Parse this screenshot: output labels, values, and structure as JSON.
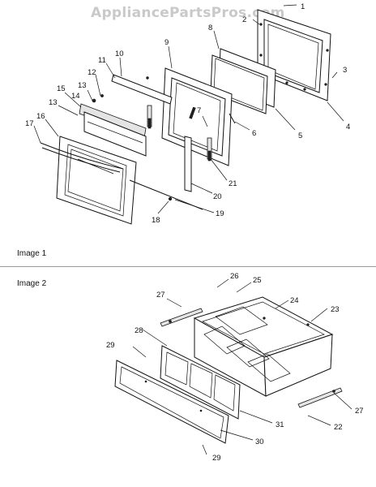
{
  "watermark": "AppliancePartsPros.com",
  "sections": {
    "image1": "Image 1",
    "image2": "Image 2"
  },
  "callouts_image1": [
    "1",
    "2",
    "3",
    "4",
    "5",
    "6",
    "7",
    "8",
    "9",
    "10",
    "11",
    "12",
    "13",
    "13",
    "14",
    "15",
    "16",
    "17",
    "18",
    "19",
    "20",
    "21"
  ],
  "callouts_image2": [
    "22",
    "23",
    "24",
    "25",
    "26",
    "27",
    "27",
    "28",
    "29",
    "29",
    "30",
    "31"
  ]
}
